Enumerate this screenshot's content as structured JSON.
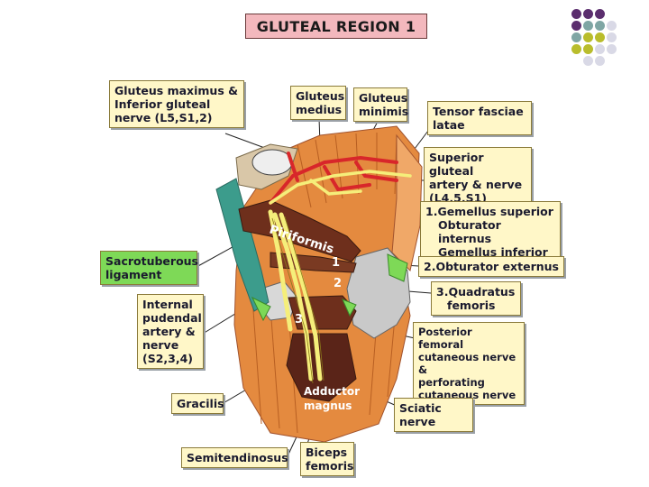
{
  "title": "GLUTEAL REGION 1",
  "colors": {
    "title_bg": "#f3b8bd",
    "label_bg": "#fff7c8",
    "ligament_label_bg": "#7ed957",
    "muscle": "#e48a3f",
    "nerve": "#f5ee7a",
    "artery": "#d8262a",
    "ligament": "#3c9c8c",
    "bone": "#c9c9c9",
    "dot_purple": "#5b2e6e",
    "dot_teal": "#7fa6a4",
    "dot_olive": "#b9bd2c",
    "dot_lavender": "#d9d9e6"
  },
  "labels": {
    "gluteus_maximus": [
      "Gluteus maximus &",
      "Inferior gluteal",
      "nerve (L5,S1,2)"
    ],
    "gluteus_medius": [
      "Gluteus",
      "medius"
    ],
    "gluteus_minimis": [
      "Gluteus",
      "minimis"
    ],
    "tensor_fasciae": [
      "Tensor fasciae",
      "latae"
    ],
    "superior_gluteal": [
      "Superior gluteal",
      "artery & nerve",
      "(L4,5,S1)"
    ],
    "gemellus_group": [
      "1.Gemellus superior",
      "Obturator internus",
      "Gemellus inferior"
    ],
    "obturator_externus": "2.Obturator externus",
    "quadratus": [
      "3.Quadratus",
      "femoris"
    ],
    "posterior_femoral": [
      "Posterior femoral",
      "cutaneous nerve &",
      "perforating",
      "cutaneous nerve"
    ],
    "sciatic": "Sciatic nerve",
    "sacrotuberous": [
      "Sacrotuberous",
      "ligament"
    ],
    "pudendal": [
      "Internal",
      "pudendal",
      "artery &",
      "nerve",
      "(S2,3,4)"
    ],
    "gracilis": "Gracilis",
    "semitendinosus": "Semitendinosus",
    "biceps": [
      "Biceps",
      "femoris"
    ]
  },
  "in_image": {
    "piriformis": "Piriformis",
    "adductor": [
      "Adductor",
      "magnus"
    ],
    "num1": "1",
    "num2": "2",
    "num3": "3"
  },
  "legend_dots": [
    [
      "dot_purple",
      "dot_purple",
      "dot_purple"
    ],
    [
      "dot_purple",
      "dot_teal",
      "dot_teal",
      "dot_lavender"
    ],
    [
      "dot_teal",
      "dot_olive",
      "dot_olive",
      "dot_lavender"
    ],
    [
      "dot_olive",
      "dot_olive",
      "dot_lavender",
      "dot_lavender"
    ],
    [
      "dot_lavender",
      "dot_lavender"
    ]
  ],
  "icons": {
    "decor": "dot-grid"
  }
}
